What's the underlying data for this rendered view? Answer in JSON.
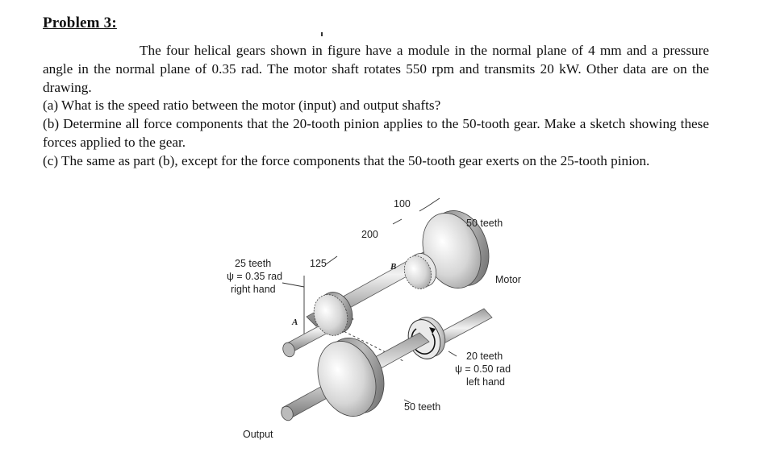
{
  "problem": {
    "title": "Problem 3:",
    "intro": "The four helical gears shown in figure have a module in the normal plane of 4 mm and a pressure angle in the normal plane of 0.35 rad. The motor shaft rotates 550 rpm and transmits 20 kW. Other data are on the drawing.",
    "part_a": "(a) What is the speed ratio between the motor (input) and output shafts?",
    "part_b": "(b) Determine all force components that the 20-tooth pinion applies to the 50-tooth gear. Make a sketch showing these forces applied to the gear.",
    "part_c": "(c) The same as part (b), except for the force components that the 50-tooth gear exerts on the 25-tooth pinion."
  },
  "figure": {
    "dim_100": "100",
    "dim_200": "200",
    "dim_125": "125",
    "gear_top_right_teeth": "50 teeth",
    "motor_label": "Motor",
    "pinion_a": {
      "teeth": "25 teeth",
      "helix": "ψ = 0.35 rad",
      "hand": "right hand"
    },
    "pinion_motor": {
      "teeth": "20 teeth",
      "helix": "ψ = 0.50 rad",
      "hand": "left hand"
    },
    "gear_bottom_teeth": "50 teeth",
    "output_label": "Output",
    "point_a": "A",
    "point_b": "B"
  }
}
